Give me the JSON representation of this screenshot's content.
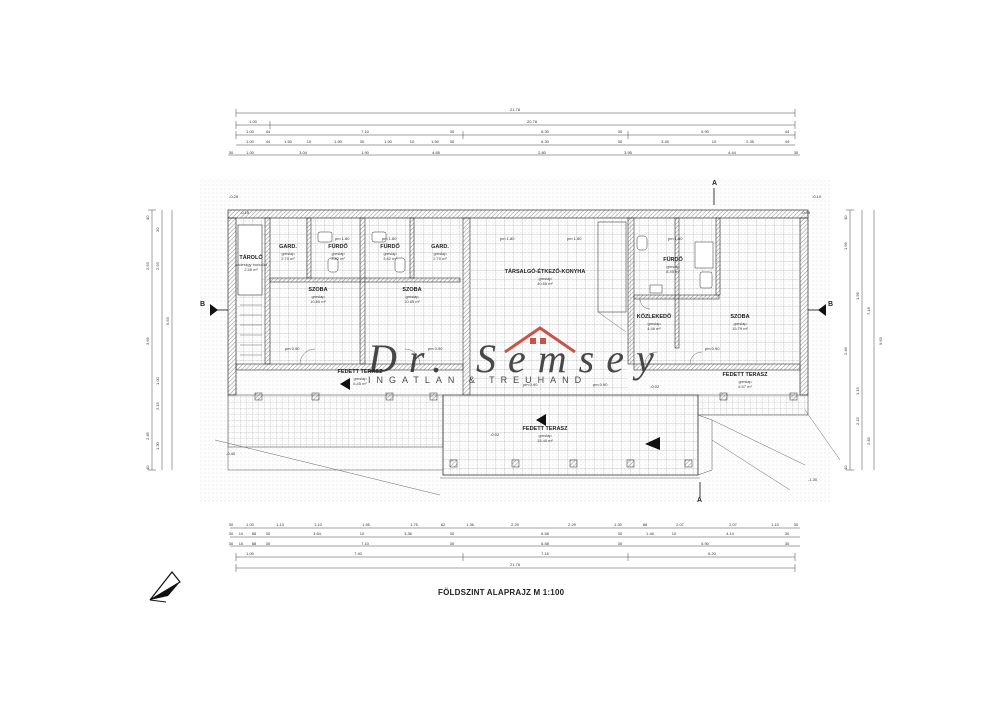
{
  "title": "FÖLDSZINT ALAPRAJZ  M 1:100",
  "watermark": {
    "name": "Dr. Semsey",
    "subtitle": "INGATLAN & TREUHAND"
  },
  "colors": {
    "line": "#333333",
    "hatch": "#777777",
    "roof": "#c0392b",
    "grid": "#9a9a9a"
  },
  "section_markers": [
    "A",
    "A",
    "B",
    "B"
  ],
  "rooms": [
    {
      "id": "tarolo",
      "name": "TÁROLÓ",
      "sub": "sóderágy burkolat",
      "area": "2.58 m²"
    },
    {
      "id": "gard1",
      "name": "GARD.",
      "sub": "greslap",
      "area": "2.70 m²"
    },
    {
      "id": "furdo1",
      "name": "FÜRDŐ",
      "sub": "greslap",
      "area": "3.82 m²"
    },
    {
      "id": "furdo2",
      "name": "FÜRDŐ",
      "sub": "greslap",
      "area": "3.82 m²"
    },
    {
      "id": "gard2",
      "name": "GARD.",
      "sub": "greslap",
      "area": "2.70 m²"
    },
    {
      "id": "szoba1",
      "name": "SZOBA",
      "sub": "greslap",
      "area": "10.85 m²"
    },
    {
      "id": "szoba2",
      "name": "SZOBA",
      "sub": "greslap",
      "area": "10.85 m²"
    },
    {
      "id": "tarsalgo",
      "name": "TÁRSALGÓ-ÉTKEZŐ-KONYHA",
      "sub": "greslap",
      "area": "40.65 m²"
    },
    {
      "id": "furdo3",
      "name": "FÜRDŐ",
      "sub": "greslap",
      "area": "8.45 m²"
    },
    {
      "id": "kozlekedo",
      "name": "KÖZLEKEDŐ",
      "sub": "greslap",
      "area": "4.46 m²"
    },
    {
      "id": "szoba3",
      "name": "SZOBA",
      "sub": "greslap",
      "area": "15.79 m²"
    },
    {
      "id": "terasz1",
      "name": "FEDETT TERASZ",
      "sub": "greslap",
      "area": "5.45 m²"
    },
    {
      "id": "terasz2",
      "name": "FEDETT TERASZ",
      "sub": "greslap",
      "area": "15.40 m²"
    },
    {
      "id": "terasz3",
      "name": "FEDETT TERASZ",
      "sub": "greslap",
      "area": "6.57 m²"
    }
  ],
  "labels": {
    "pm180": "pm 1.80",
    "pm090": "pm 0.90",
    "level_top_left": "-0.20",
    "level_top_right": "-0.10",
    "level_left": "-0.15",
    "level_right": "-0.05",
    "level_bottom_left": "-0.40",
    "level_bottom_right": "-1.30",
    "level_mid": "-0.02"
  },
  "dims": {
    "top1": [
      "21.78"
    ],
    "top2": [
      "1.00",
      "20.78"
    ],
    "top3": [
      "1.00",
      "44",
      "7.10",
      "30",
      "6.30",
      "30",
      "5.90",
      "44"
    ],
    "top4": [
      "1.00",
      "44",
      "1.50",
      "10",
      "1.90",
      "30",
      "1.90",
      "10",
      "1.50",
      "30",
      "6.30",
      "30",
      "3.45",
      "10",
      "2.35",
      "44"
    ],
    "top5": [
      "30",
      "1.00",
      "3.04",
      "1.90",
      "4.65",
      "2.80",
      "3.95",
      "4.44",
      "30"
    ],
    "bot1": [
      "30",
      "1.00",
      "1.13",
      "1.10",
      "1.55",
      "1.75",
      "62",
      "1.36",
      "2.29",
      "2.29",
      "1.30",
      "88",
      "2.07",
      "2.07",
      "1.10",
      "30"
    ],
    "bot2": [
      "30",
      "10",
      "88",
      "30",
      "3.64",
      "10",
      "3.36",
      "30",
      "6.58",
      "30",
      "1.46",
      "10",
      "4.14",
      "30"
    ],
    "bot3": [
      "30",
      "10",
      "88",
      "30",
      "7.10",
      "30",
      "6.58",
      "30",
      "5.90",
      "30"
    ],
    "bot4": [
      "1.00",
      "7.40",
      "7.16",
      "6.20"
    ],
    "bot5": [
      "21.78"
    ],
    "left": [
      "40",
      "30",
      "2.53",
      "2.93",
      "3.65",
      "5.63",
      "1.00",
      "2.15",
      "2.45",
      "1.30",
      "40"
    ],
    "right": [
      "40",
      "1.96",
      "7.18",
      "9.63",
      "1.96",
      "2.46",
      "1.15",
      "2.15",
      "2.45",
      "40"
    ]
  }
}
